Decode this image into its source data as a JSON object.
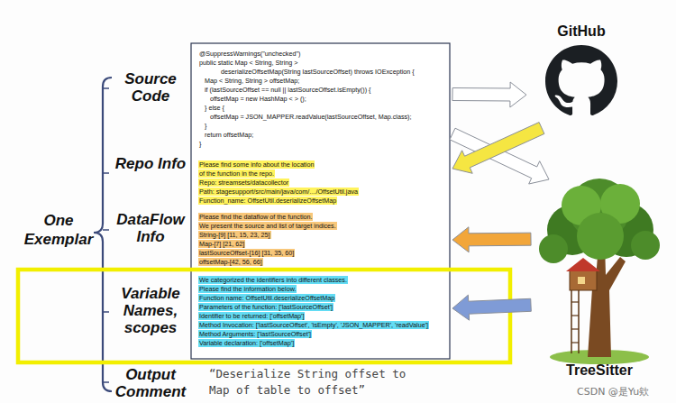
{
  "diagram": {
    "nodes": [
      {
        "text": [
          "@SuppressWarnings(\"unchecked\")",
          "public static Map < String, String >",
          "deserializeOffsetMap(String lastSourceOffset) throws IOException {",
          "Map < String, String > offsetMap;",
          "if (lastSourceOffset == null || lastSourceOffset.isEmpty()) {",
          "offsetMap = new HashMap < > ();",
          "} else {",
          "offsetMap = JSON_MAPPER.readValue(lastSourceOffset, Map.class);",
          "}",
          "return offsetMap;",
          "}"
        ]
      },
      {
        "text": [
          "Please find some info about the location",
          "of the function in the repo.",
          "Repo: streamsets/datacollector",
          "Path: stagesupport/src/main/java/com/…/OffsetUtil.java",
          "Function_name: OffsetUtil.deserializeOffsetMap"
        ]
      },
      {
        "text": [
          "Please find the dataflow of the function.",
          "We present the source and list of target indices.",
          "String-[9] [11, 15, 23, 25]",
          "Map-[7] [21, 62]",
          "lastSourceOffset-[16] [31, 35, 60]",
          "offsetMap-[42, 56, 66]"
        ]
      },
      {
        "text": [
          "We categorized the identifiers into different classes.",
          "Please find the information below.",
          "Function name: OffsetUtil.deserializeOffsetMap",
          "Parameters of the function: ['lastSourceOffset']",
          "Identifier to be returned: ['offsetMap']",
          "Method Invocation: ['lastSourceOffset', 'isEmpty', 'JSON_MAPPER', 'readValue']",
          "Method Arguments: ['lastSourceOffset']",
          "Variable declaration: ['offsetMap']"
        ]
      },
      {
        "text": [
          "GitHub"
        ]
      },
      {
        "text": [
          "TreeSitter"
        ]
      }
    ],
    "edges": [
      {
        "from": 0,
        "to": 4,
        "arrow": "to"
      },
      {
        "from": 0,
        "to": 5,
        "arrow": "to"
      },
      {
        "from": 4,
        "to": 1,
        "arrow": "to"
      },
      {
        "from": 5,
        "to": 2,
        "arrow": "to"
      },
      {
        "from": 5,
        "to": 3,
        "arrow": "to"
      }
    ],
    "labels": [
      "Source Code",
      "Repo Info",
      "DataFlow Info",
      "Variable Names, scopes",
      "Output Comment",
      "One Exemplar",
      "“Deserialize String offset to",
      "Map of table to offset”",
      "CSDN @是Yu欸"
    ]
  }
}
